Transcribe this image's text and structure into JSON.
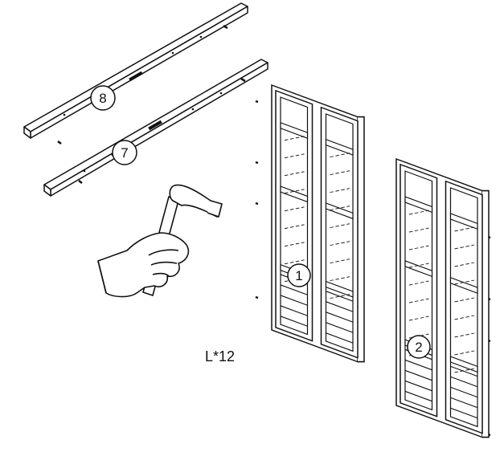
{
  "parts": {
    "rail_top": "8",
    "rail_bottom": "7",
    "panel_left": "1",
    "panel_right": "2"
  },
  "hardware": {
    "nail_quantity": "L*12"
  },
  "tool": "hammer-icon",
  "colors": {
    "line": "#111111",
    "background": "#ffffff"
  }
}
